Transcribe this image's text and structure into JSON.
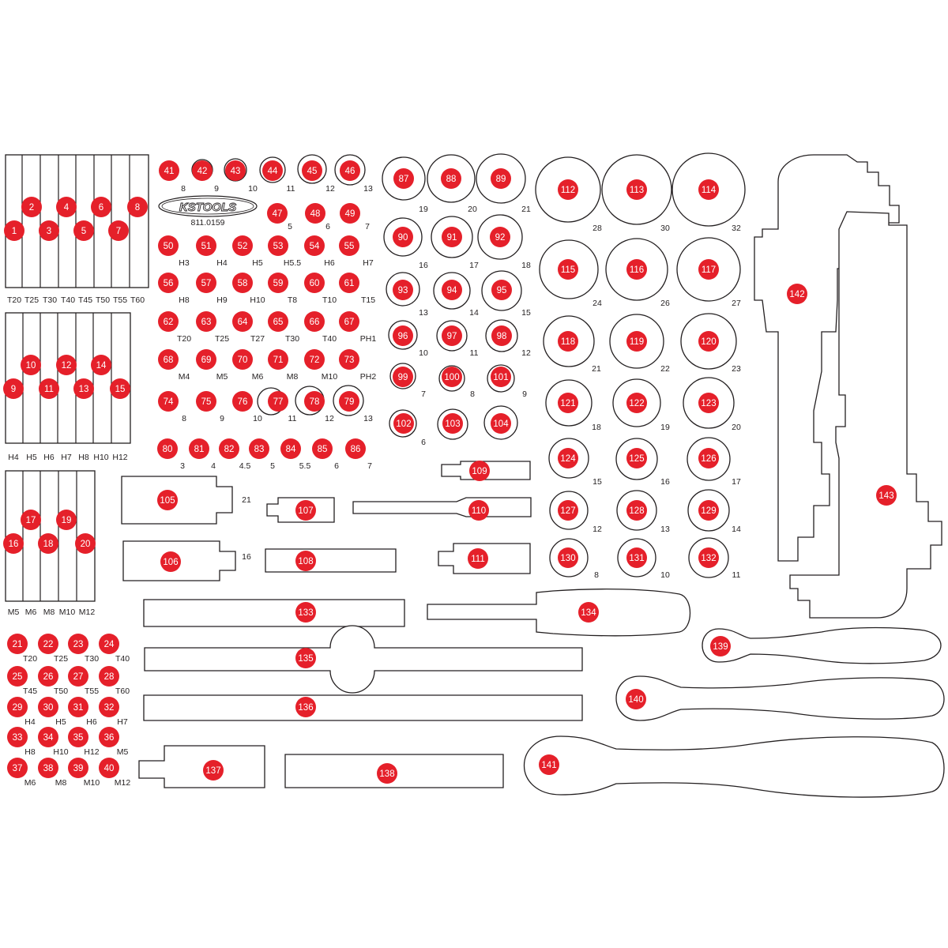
{
  "brand": {
    "name": "KSTOOLS",
    "code": "811.0159"
  },
  "colors": {
    "badge": "#e5202a",
    "line": "#231f20",
    "background": "#ffffff"
  },
  "bit_rows": [
    {
      "labels": [
        "T20",
        "T25",
        "T30",
        "T40",
        "T45",
        "T50",
        "T55",
        "T60"
      ],
      "items": [
        "1",
        "2",
        "3",
        "4",
        "5",
        "6",
        "7",
        "8"
      ]
    },
    {
      "labels": [
        "H4",
        "H5",
        "H6",
        "H7",
        "H8",
        "H10",
        "H12"
      ],
      "items": [
        "9",
        "10",
        "11",
        "12",
        "13",
        "14",
        "15"
      ]
    },
    {
      "labels": [
        "M5",
        "M6",
        "M8",
        "M10",
        "M12"
      ],
      "items": [
        "16",
        "17",
        "18",
        "19",
        "20"
      ]
    }
  ],
  "small_grid": [
    {
      "items": [
        "21",
        "22",
        "23",
        "24"
      ],
      "labels": [
        "T20",
        "T25",
        "T30",
        "T40"
      ]
    },
    {
      "items": [
        "25",
        "26",
        "27",
        "28"
      ],
      "labels": [
        "T45",
        "T50",
        "T55",
        "T60"
      ]
    },
    {
      "items": [
        "29",
        "30",
        "31",
        "32"
      ],
      "labels": [
        "H4",
        "H5",
        "H6",
        "H7"
      ]
    },
    {
      "items": [
        "33",
        "34",
        "35",
        "36"
      ],
      "labels": [
        "H8",
        "H10",
        "H12",
        "M5"
      ]
    },
    {
      "items": [
        "37",
        "38",
        "39",
        "40"
      ],
      "labels": [
        "M6",
        "M8",
        "M10",
        "M12"
      ]
    }
  ],
  "mid_grid": {
    "top_row": {
      "items": [
        "41",
        "42",
        "43",
        "44",
        "45",
        "46"
      ],
      "labels": [
        "8",
        "9",
        "10",
        "11",
        "12",
        "13"
      ]
    },
    "row_47": {
      "items": [
        "47",
        "48",
        "49"
      ],
      "labels": [
        "5",
        "6",
        "7"
      ]
    },
    "rows": [
      {
        "items": [
          "50",
          "51",
          "52",
          "53",
          "54",
          "55"
        ],
        "labels": [
          "H3",
          "H4",
          "H5",
          "H5.5",
          "H6",
          "H7"
        ]
      },
      {
        "items": [
          "56",
          "57",
          "58",
          "59",
          "60",
          "61"
        ],
        "labels": [
          "H8",
          "H9",
          "H10",
          "T8",
          "T10",
          "T15"
        ]
      },
      {
        "items": [
          "62",
          "63",
          "64",
          "65",
          "66",
          "67"
        ],
        "labels": [
          "T20",
          "T25",
          "T27",
          "T30",
          "T40",
          "PH1"
        ]
      },
      {
        "items": [
          "68",
          "69",
          "70",
          "71",
          "72",
          "73"
        ],
        "labels": [
          "M4",
          "M5",
          "M6",
          "M8",
          "M10",
          "PH2"
        ]
      },
      {
        "items": [
          "74",
          "75",
          "76",
          "77",
          "78",
          "79"
        ],
        "labels": [
          "8",
          "9",
          "10",
          "11",
          "12",
          "13"
        ]
      }
    ],
    "bottom_row": {
      "items": [
        "80",
        "81",
        "82",
        "83",
        "84",
        "85",
        "86"
      ],
      "labels": [
        "3",
        "4",
        "4.5",
        "5",
        "5.5",
        "6",
        "7"
      ]
    }
  },
  "socket_quarter": {
    "row1": {
      "items": [
        "87",
        "88",
        "89"
      ],
      "labels": [
        "19",
        "20",
        "21"
      ]
    },
    "row2": {
      "items": [
        "90",
        "91",
        "92"
      ],
      "labels": [
        "16",
        "17",
        "18"
      ]
    },
    "row3": {
      "items": [
        "93",
        "94",
        "95"
      ],
      "labels": [
        "13",
        "14",
        "15"
      ]
    },
    "row4": {
      "items": [
        "96",
        "97",
        "98"
      ],
      "labels": [
        "10",
        "11",
        "12"
      ]
    },
    "row5": {
      "items": [
        "99",
        "100",
        "101"
      ],
      "labels": [
        "7",
        "8",
        "9"
      ]
    },
    "row6": {
      "items": [
        "102",
        "103",
        "104"
      ],
      "labels": [
        "6"
      ]
    }
  },
  "socket_half": {
    "rows": [
      {
        "items": [
          "112",
          "113",
          "114"
        ],
        "labels": [
          "28",
          "30",
          "32"
        ]
      },
      {
        "items": [
          "115",
          "116",
          "117"
        ],
        "labels": [
          "24",
          "26",
          "27"
        ]
      },
      {
        "items": [
          "118",
          "119",
          "120"
        ],
        "labels": [
          "21",
          "22",
          "23"
        ]
      },
      {
        "items": [
          "121",
          "122",
          "123"
        ],
        "labels": [
          "18",
          "19",
          "20"
        ]
      },
      {
        "items": [
          "124",
          "125",
          "126"
        ],
        "labels": [
          "15",
          "16",
          "17"
        ]
      },
      {
        "items": [
          "127",
          "128",
          "129"
        ],
        "labels": [
          "12",
          "13",
          "14"
        ]
      },
      {
        "items": [
          "130",
          "131",
          "132"
        ],
        "labels": [
          "8",
          "10",
          "11"
        ]
      }
    ]
  },
  "adapters": {
    "items": [
      "105",
      "106",
      "107",
      "108",
      "109",
      "110",
      "111"
    ],
    "labels": {
      "105": "21",
      "106": "16"
    }
  },
  "bars": {
    "items": [
      "133",
      "135",
      "136",
      "137",
      "138"
    ]
  },
  "handles": {
    "items": [
      "134",
      "139",
      "140",
      "141"
    ]
  },
  "wrenches": {
    "items": [
      "142",
      "143"
    ]
  }
}
